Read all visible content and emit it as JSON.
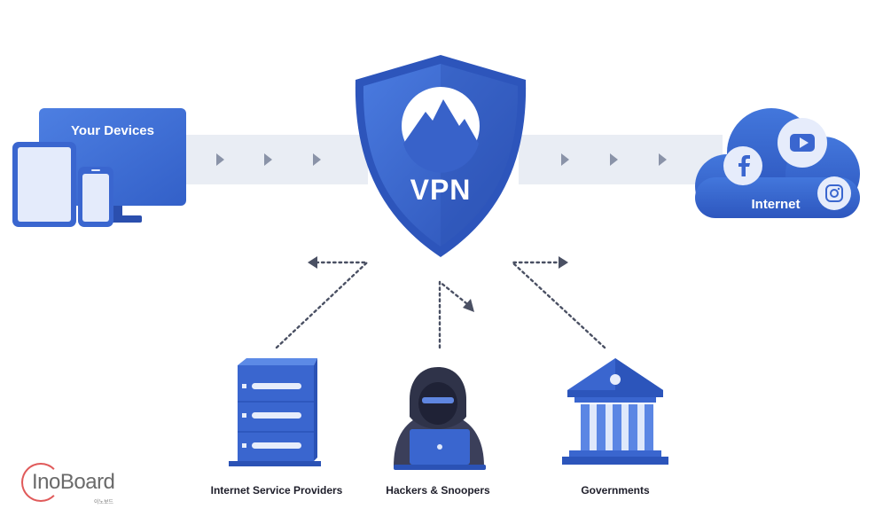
{
  "diagram": {
    "devices_label": "Your Devices",
    "vpn_label": "VPN",
    "internet_label": "Internet",
    "threats": [
      {
        "label": "Internet Service Providers"
      },
      {
        "label": "Hackers & Snoopers"
      },
      {
        "label": "Governments"
      }
    ]
  },
  "watermark": {
    "brand": "InoBoard",
    "sub": "이노보드"
  },
  "colors": {
    "primary": "#3b69d3",
    "dark": "#2c52b6",
    "light": "#dfe8fb",
    "band": "#e9edf4",
    "arrow": "#4a5063",
    "text": "#1e1e2a"
  },
  "icons": [
    "monitor-icon",
    "tablet-icon",
    "phone-icon",
    "shield-icon",
    "mountain-icon",
    "cloud-icon",
    "facebook-icon",
    "youtube-icon",
    "instagram-icon",
    "server-icon",
    "hacker-icon",
    "laptop-icon",
    "government-building-icon"
  ]
}
